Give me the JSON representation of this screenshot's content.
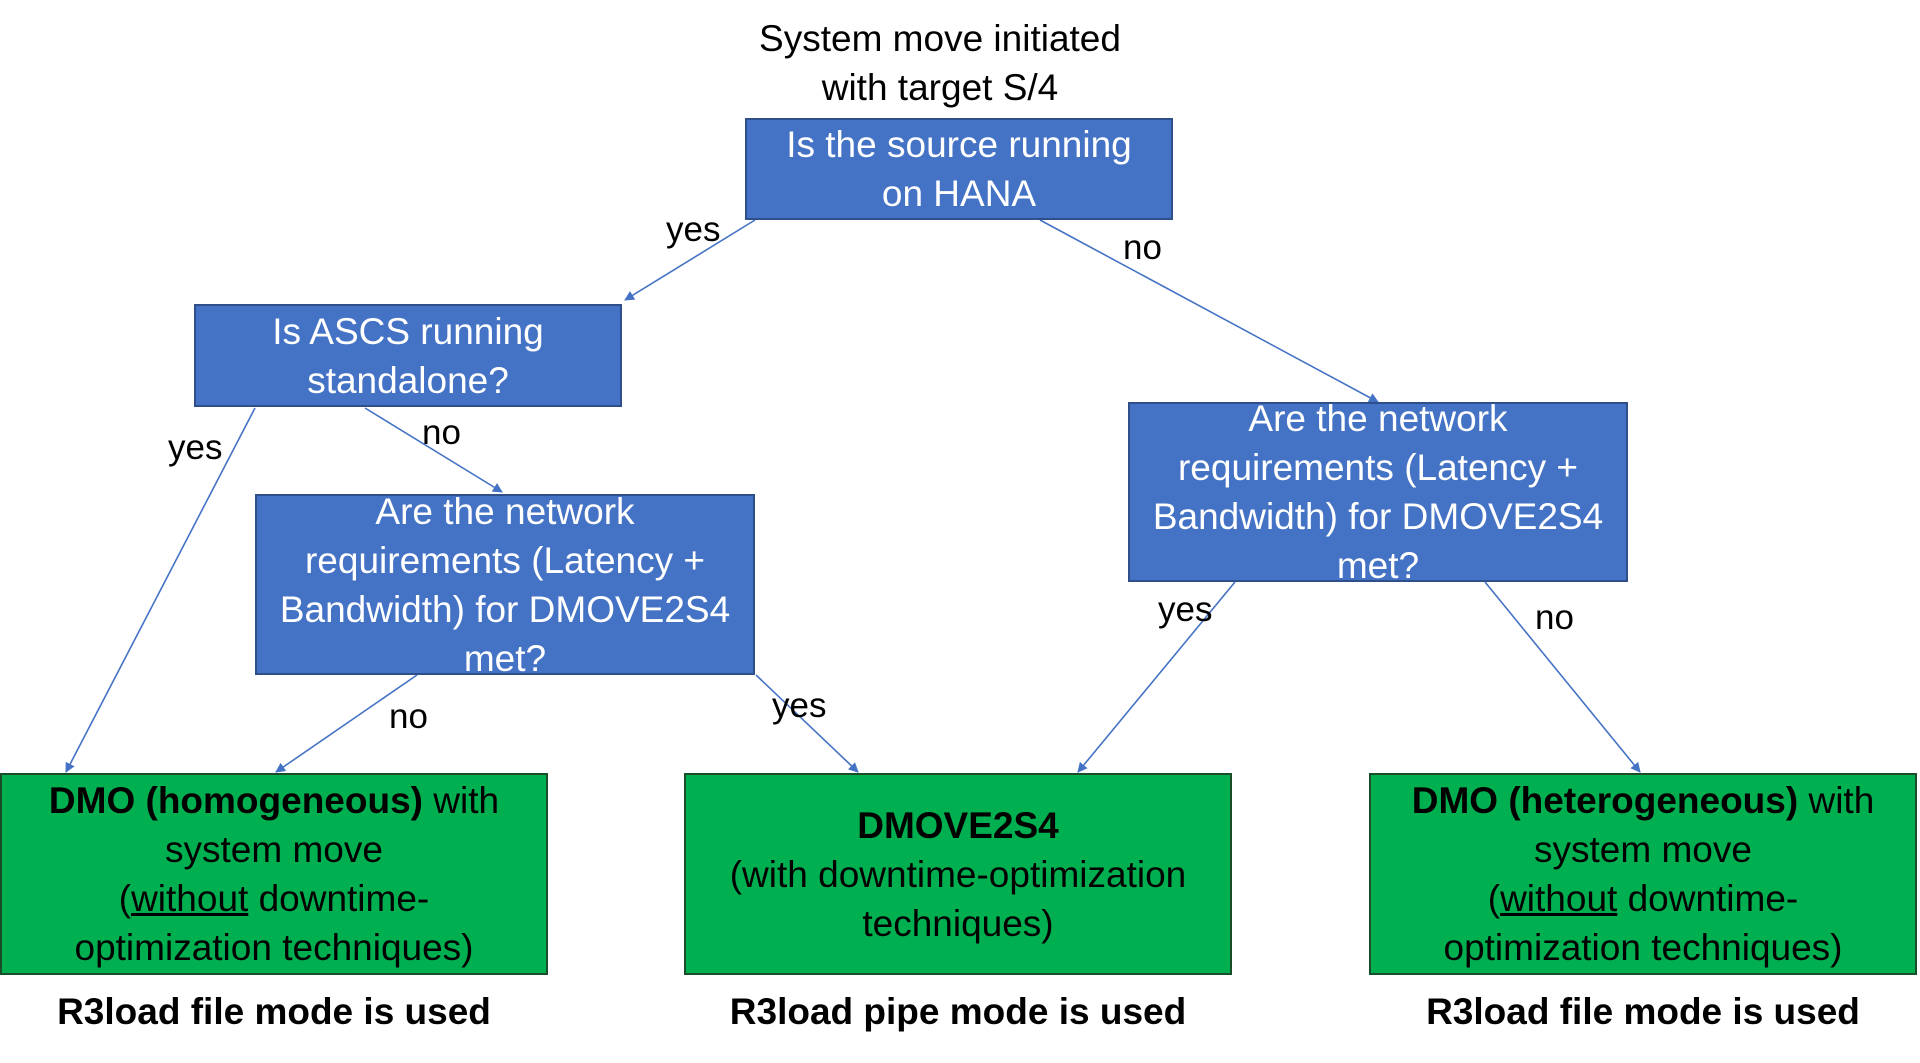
{
  "start": {
    "line1": "System move initiated",
    "line2": "with target S/4"
  },
  "questions": {
    "q1": {
      "line1": "Is the source running",
      "line2": "on HANA"
    },
    "q2": {
      "line1": "Is ASCS running",
      "line2": "standalone?"
    },
    "q3": {
      "line1": "Are the network",
      "line2": "requirements (Latency +",
      "line3": "Bandwidth) for DMOVE2S4",
      "line4": "met?"
    },
    "q4": {
      "line1": "Are the network",
      "line2": "requirements (Latency +",
      "line3": "Bandwidth) for DMOVE2S4",
      "line4": "met?"
    }
  },
  "results": {
    "r1": {
      "bold": "DMO (homogeneous)",
      "after_bold": " with",
      "line2": "system move",
      "paren_open": "(",
      "underlined": "without",
      "line3_rest": " downtime-",
      "line4": "optimization techniques)"
    },
    "r2": {
      "bold": "DMOVE2S4",
      "line2": "(with downtime-optimization",
      "line3": "techniques)"
    },
    "r3": {
      "bold": "DMO (heterogeneous)",
      "after_bold": " with",
      "line2": "system move",
      "paren_open": "(",
      "underlined": "without",
      "line3_rest": " downtime-",
      "line4": "optimization techniques)"
    }
  },
  "edges": {
    "q1_yes": "yes",
    "q1_no": "no",
    "q2_yes": "yes",
    "q2_no": "no",
    "q3_no": "no",
    "q3_yes": "yes",
    "q4_yes": "yes",
    "q4_no": "no"
  },
  "footers": {
    "f1": "R3load file mode is used",
    "f2": "R3load pipe mode is used",
    "f3": "R3load file mode is used"
  },
  "colors": {
    "question_fill": "#4472c4",
    "result_fill": "#00b050",
    "connector": "#4472c4"
  }
}
